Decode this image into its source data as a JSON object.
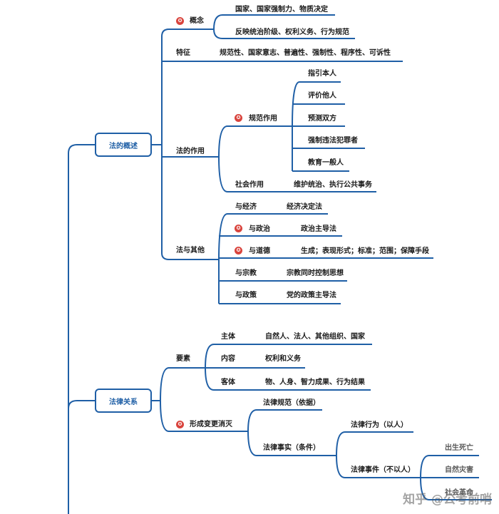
{
  "nodes": {
    "fadegaishu": "法的概述",
    "gainian": "概念",
    "gainian_c1": "国家、国家强制力、物质决定",
    "gainian_c2": "反映统治阶级、权利义务、行为规范",
    "tezheng": "特征",
    "tezheng_c": "规范性、国家意志、普遍性、强制性、程序性、可诉性",
    "zuoyong": "法的作用",
    "guifan": "规范作用",
    "gf1": "指引本人",
    "gf2": "评价他人",
    "gf3": "预测双方",
    "gf4": "强制违法犯罪者",
    "gf5": "教育一般人",
    "shehui": "社会作用",
    "shehui_c": "维护统治、执行公共事务",
    "qita": "法与其他",
    "jingji": "与经济",
    "jingji_c": "经济决定法",
    "zhengzhi": "与政治",
    "zhengzhi_c": "政治主导法",
    "daode": "与道德",
    "daode_c": "生成；表现形式；标准；范围；保障手段",
    "zongjiao": "与宗教",
    "zongjiao_c": "宗教同时控制思想",
    "zhengce": "与政策",
    "zhengce_c": "党的政策主导法",
    "guanxi": "法律关系",
    "yaosu": "要素",
    "zhuti": "主体",
    "zhuti_c": "自然人、法人、其他组织、国家",
    "neirong": "内容",
    "neirong_c": "权利和义务",
    "keti": "客体",
    "keti_c": "物、人身、智力成果、行为结果",
    "xingcheng": "形成变更消灭",
    "guifan2": "法律规范（依据）",
    "shishi": "法律事实（条件）",
    "xingwei": "法律行为（以人）",
    "shijian": "法律事件（不以人）",
    "shengsi": "出生死亡",
    "zaihai": "自然灾害",
    "tail": "社会革命"
  },
  "watermark": "知乎 @公考前哨",
  "colors": {
    "line": "#1f5fa6",
    "star": "#d9443d"
  }
}
